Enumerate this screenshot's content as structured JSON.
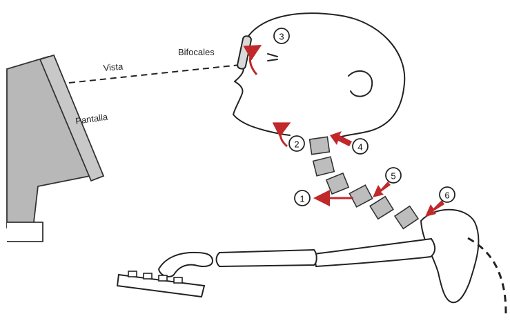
{
  "labels": {
    "bifocals": "Bifocales",
    "sight_line": "Vista",
    "screen": "Pantalla"
  },
  "markers": [
    "1",
    "2",
    "3",
    "4",
    "5",
    "6"
  ],
  "colors": {
    "arrow": "#c0282a",
    "vertebra": "#bdbdbd",
    "outline": "#222222"
  }
}
